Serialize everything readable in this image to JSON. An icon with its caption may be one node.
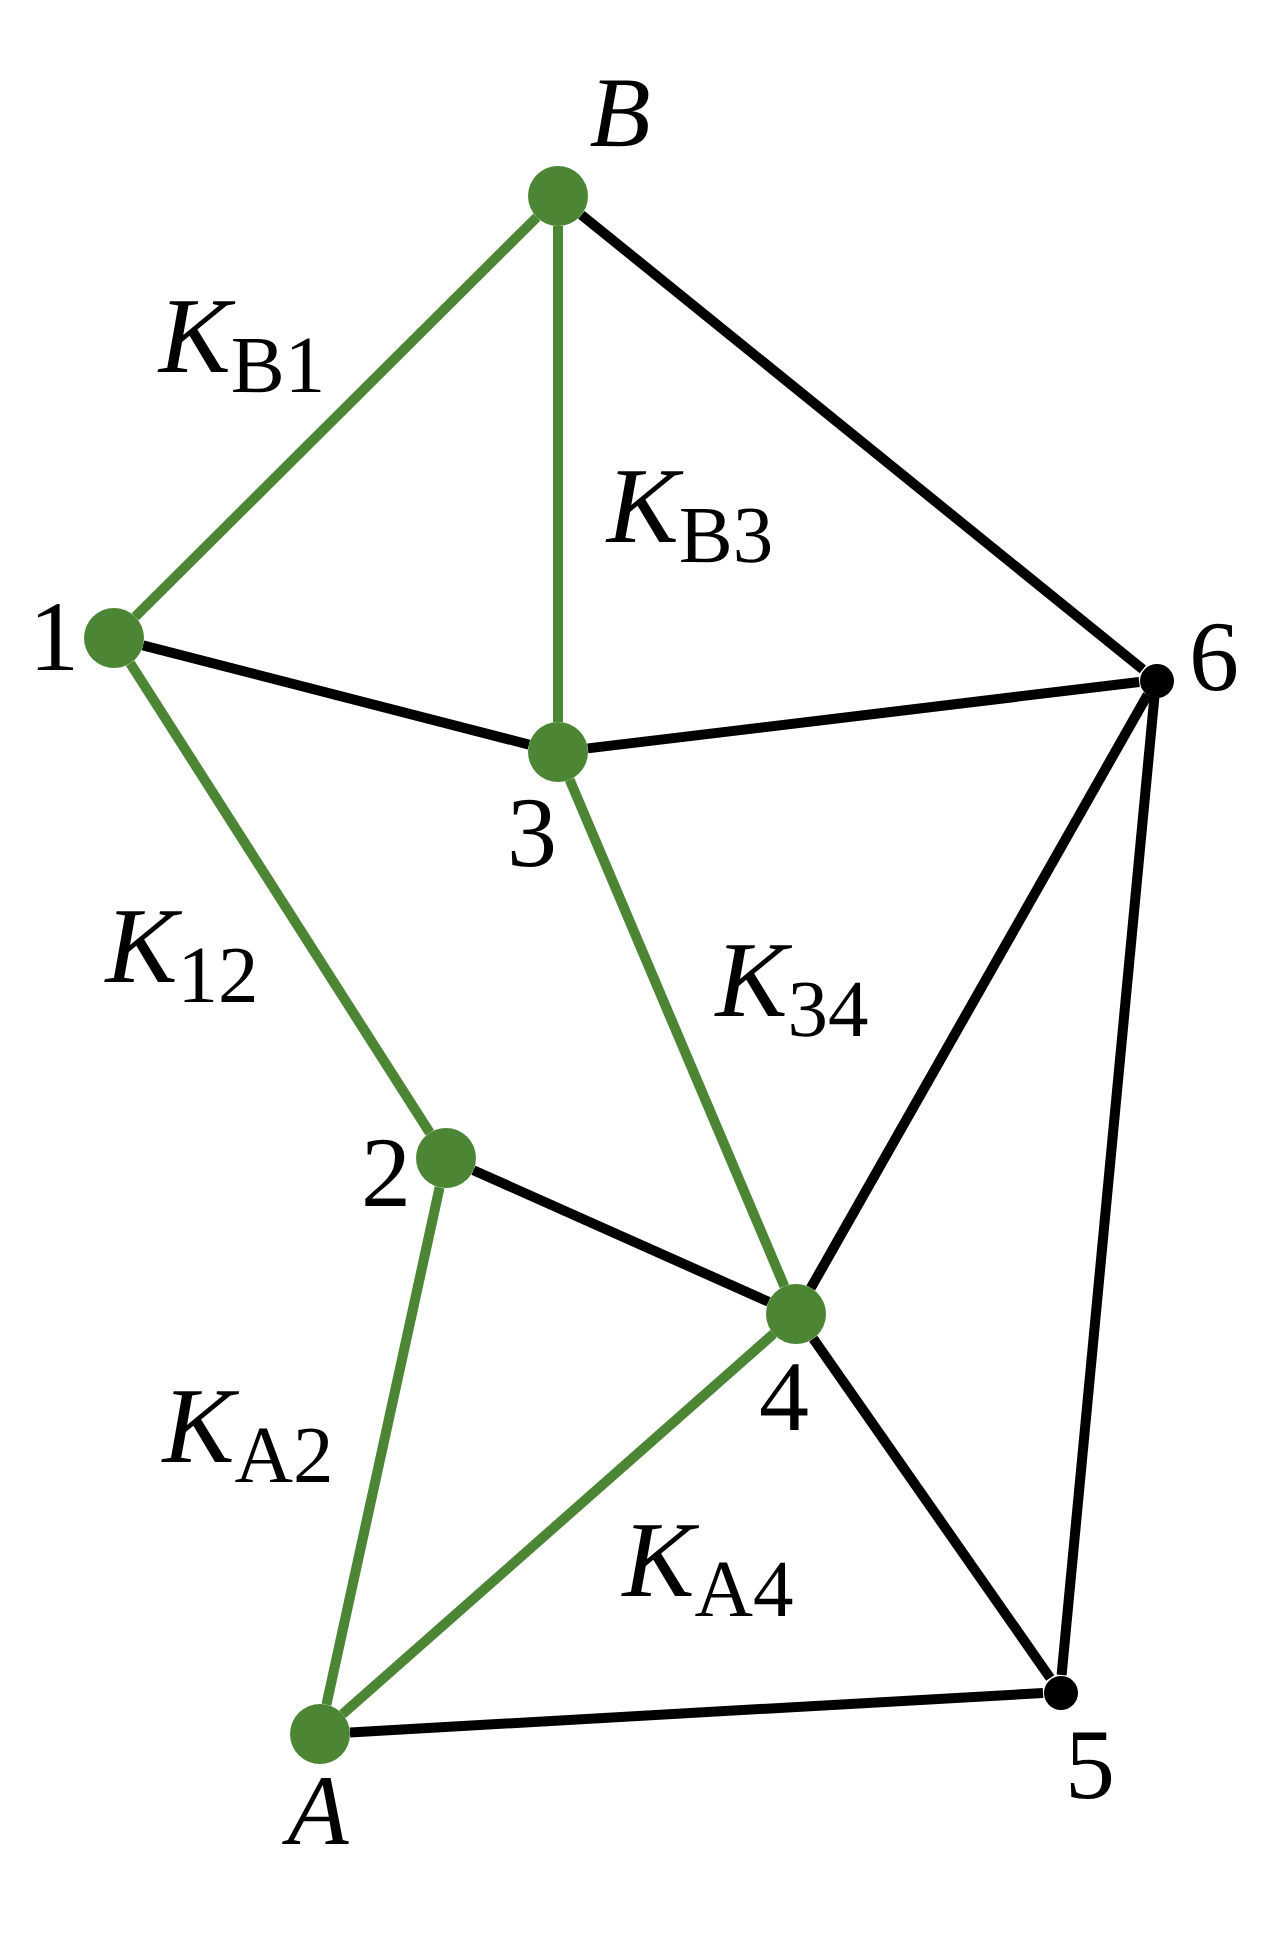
{
  "diagram": {
    "nodes": [
      {
        "text": [],
        "shape": "circle",
        "beside": [
          "B"
        ]
      },
      {
        "text": [],
        "shape": "circle",
        "beside": [
          "1"
        ]
      },
      {
        "text": [],
        "shape": "circle",
        "beside": [
          "3"
        ]
      },
      {
        "text": [],
        "shape": "circle",
        "beside": [
          "6"
        ]
      },
      {
        "text": [],
        "shape": "circle",
        "beside": [
          "2"
        ]
      },
      {
        "text": [],
        "shape": "circle",
        "beside": [
          "4"
        ]
      },
      {
        "text": [],
        "shape": "circle",
        "beside": [
          "A"
        ]
      },
      {
        "text": [],
        "shape": "circle",
        "beside": [
          "5"
        ]
      }
    ],
    "edges": [
      {
        "from": 0,
        "to": 1,
        "arrow": "none",
        "label": "*K*$_{B1}$",
        "color": "#4c8634"
      },
      {
        "from": 0,
        "to": 2,
        "arrow": "none",
        "label": "*K*$_{B3}$",
        "color": "#4c8634"
      },
      {
        "from": 0,
        "to": 3,
        "arrow": "none"
      },
      {
        "from": 1,
        "to": 2,
        "arrow": "none"
      },
      {
        "from": 2,
        "to": 3,
        "arrow": "none"
      },
      {
        "from": 1,
        "to": 4,
        "arrow": "none",
        "label": "*K*$_{12}$",
        "color": "#4c8634"
      },
      {
        "from": 2,
        "to": 5,
        "arrow": "none",
        "label": "*K*$_{34}$",
        "color": "#4c8634"
      },
      {
        "from": 3,
        "to": 5,
        "arrow": "none"
      },
      {
        "from": 3,
        "to": 7,
        "arrow": "none"
      },
      {
        "from": 4,
        "to": 5,
        "arrow": "none"
      },
      {
        "from": 6,
        "to": 4,
        "arrow": "none",
        "label": "*K*$_{A2}$",
        "color": "#4c8634"
      },
      {
        "from": 6,
        "to": 5,
        "arrow": "none",
        "label": "*K*$_{A4}$",
        "color": "#4c8634"
      },
      {
        "from": 6,
        "to": 7,
        "arrow": "none"
      },
      {
        "from": 5,
        "to": 7,
        "arrow": "none"
      }
    ]
  }
}
